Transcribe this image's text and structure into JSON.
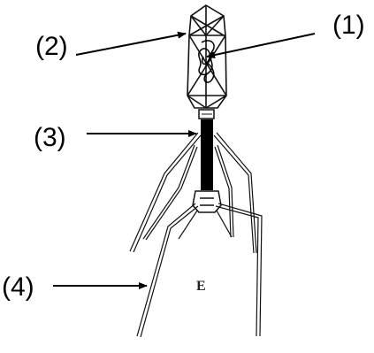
{
  "labels": [
    {
      "id": "1",
      "text": "(1)"
    },
    {
      "id": "2",
      "text": "(2)"
    },
    {
      "id": "3",
      "text": "(3)"
    },
    {
      "id": "4",
      "text": "(4)"
    }
  ],
  "figure": {
    "letter": "E"
  },
  "colors": {
    "ink": "#000000",
    "background": "#ffffff"
  }
}
